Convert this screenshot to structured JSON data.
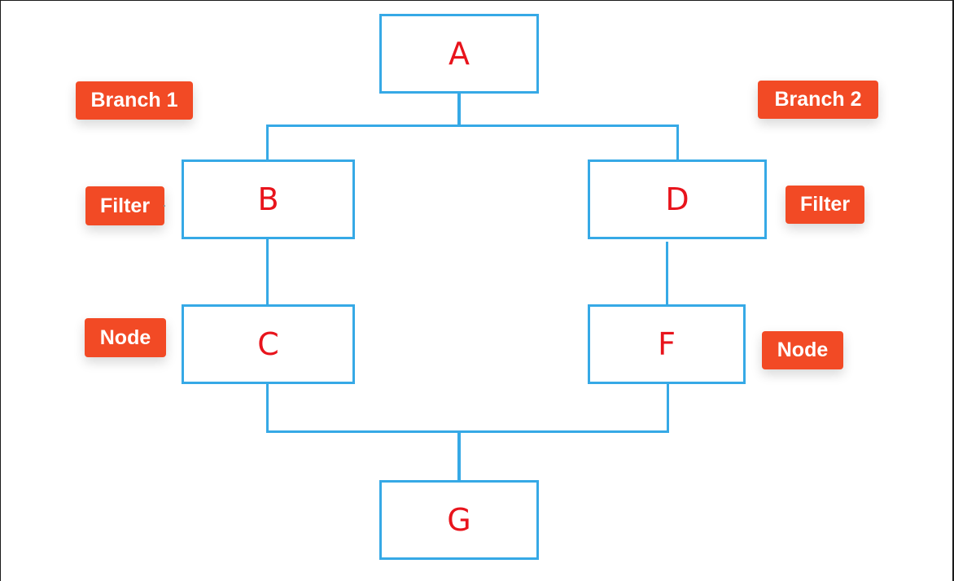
{
  "diagram": {
    "nodes": {
      "a": "A",
      "b": "B",
      "c": "C",
      "d": "D",
      "f": "F",
      "g": "G"
    },
    "tags": {
      "branch1": "Branch 1",
      "branch2": "Branch 2",
      "filter_left": "Filter",
      "filter_right": "Filter",
      "node_left": "Node",
      "node_right": "Node"
    },
    "edges": [
      [
        "A",
        "B"
      ],
      [
        "A",
        "D"
      ],
      [
        "B",
        "C"
      ],
      [
        "D",
        "F"
      ],
      [
        "C",
        "G"
      ],
      [
        "F",
        "G"
      ]
    ],
    "colors": {
      "node_border": "#36a9e6",
      "node_text": "#e8141c",
      "tag_background": "#f24a25",
      "tag_text": "#ffffff"
    }
  }
}
